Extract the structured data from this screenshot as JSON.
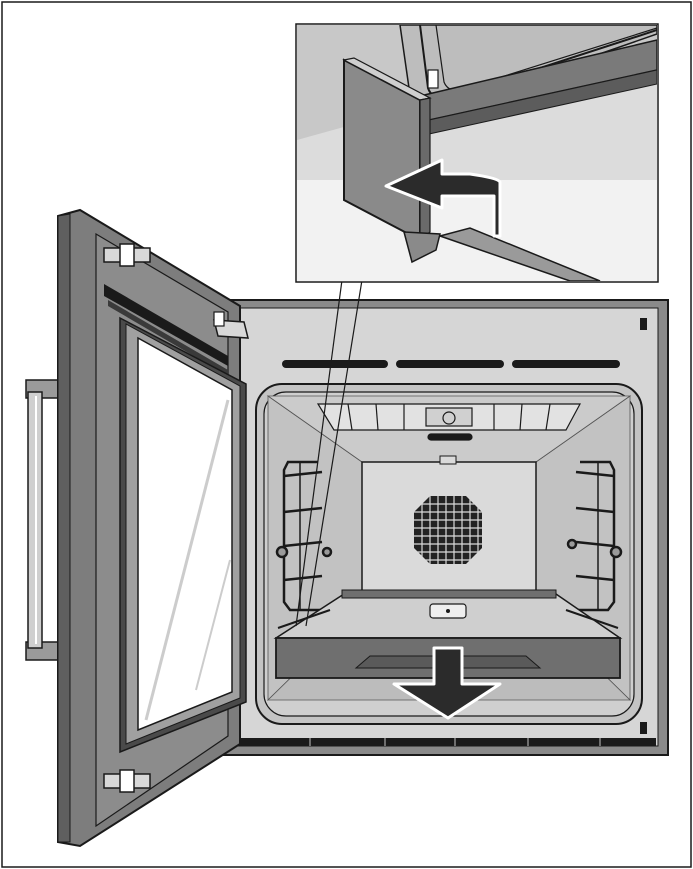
{
  "figure": {
    "kind": "instruction-illustration",
    "subject": "oven-with-open-door-removing-rack",
    "callout": "detail-view-of-rail-unhooking",
    "arrows": [
      "pull-out-arrow",
      "lift-and-pull-arrow"
    ]
  },
  "colors": {
    "outline": "#1a1a1a",
    "frame": "#8a8a8a",
    "door": "#7d7d7d",
    "door_dark": "#5f5f5f",
    "cavity": "#c9c9c9",
    "cavity_light": "#dadada",
    "back_panel": "#d4d4d4",
    "glass": "#ffffff",
    "rack": "#9a9a9a",
    "tray": "#6f6f6f",
    "arrow": "#2b2b2b",
    "inset_bg": "#d8d8d8"
  }
}
